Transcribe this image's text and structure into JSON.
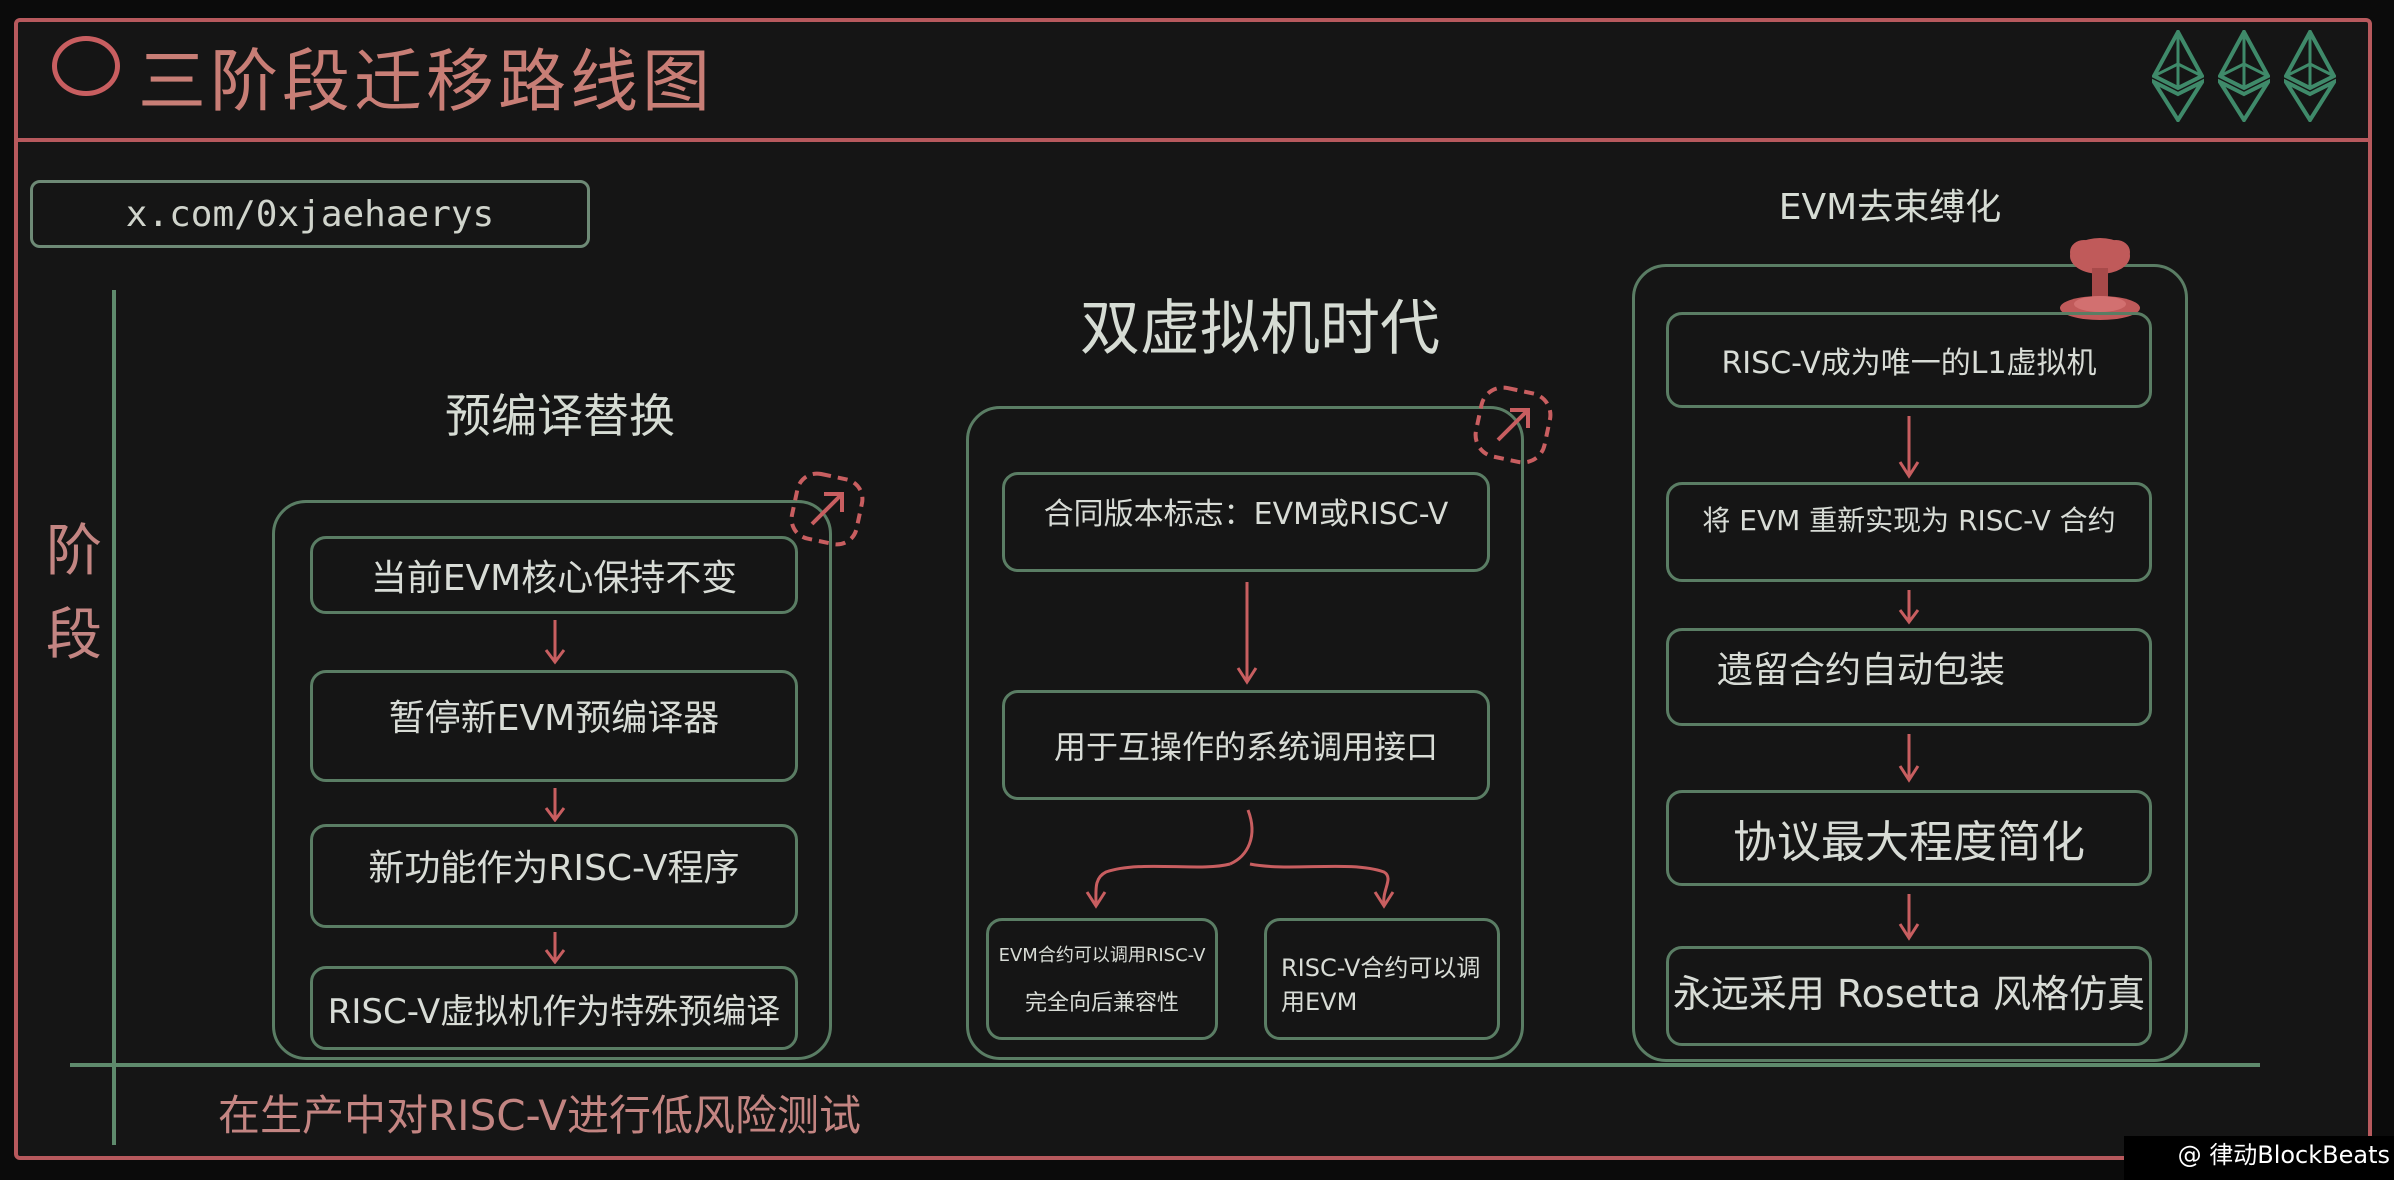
{
  "header": {
    "title": "三阶段迁移路线图"
  },
  "url": "x.com/0xjaehaerys",
  "axis": {
    "label": "阶段",
    "bottom_note": "在生产中对RISC-V进行低风险测试"
  },
  "stages": [
    {
      "title": "预编译替换",
      "steps": [
        "当前EVM核心保持不变",
        "暂停新EVM预编译器",
        "新功能作为RISC-V程序",
        "RISC-V虚拟机作为特殊预编译"
      ]
    },
    {
      "title": "双虚拟机时代",
      "steps": [
        "合同版本标志：EVM或RISC-V",
        "用于互操作的系统调用接口"
      ],
      "branches": [
        {
          "line1": "EVM合约可以调用RISC-V",
          "line2": "完全向后兼容性"
        },
        {
          "line1": "RISC-V合约可以调",
          "line2": "用EVM"
        }
      ]
    },
    {
      "title": "EVM去束缚化",
      "steps": [
        "RISC-V成为唯一的L1虚拟机",
        "将 EVM 重新实现为 RISC-V 合约",
        "遗留合约自动包装",
        "协议最大程度简化",
        "永远采用 Rosetta 风格仿真"
      ]
    }
  ],
  "watermark": "@ 律动BlockBeats",
  "colors": {
    "accent_red": "#b7595d",
    "green_line": "#5a7d64",
    "eth_green": "#3f8a6a",
    "explosion_red": "#c05a5a"
  }
}
